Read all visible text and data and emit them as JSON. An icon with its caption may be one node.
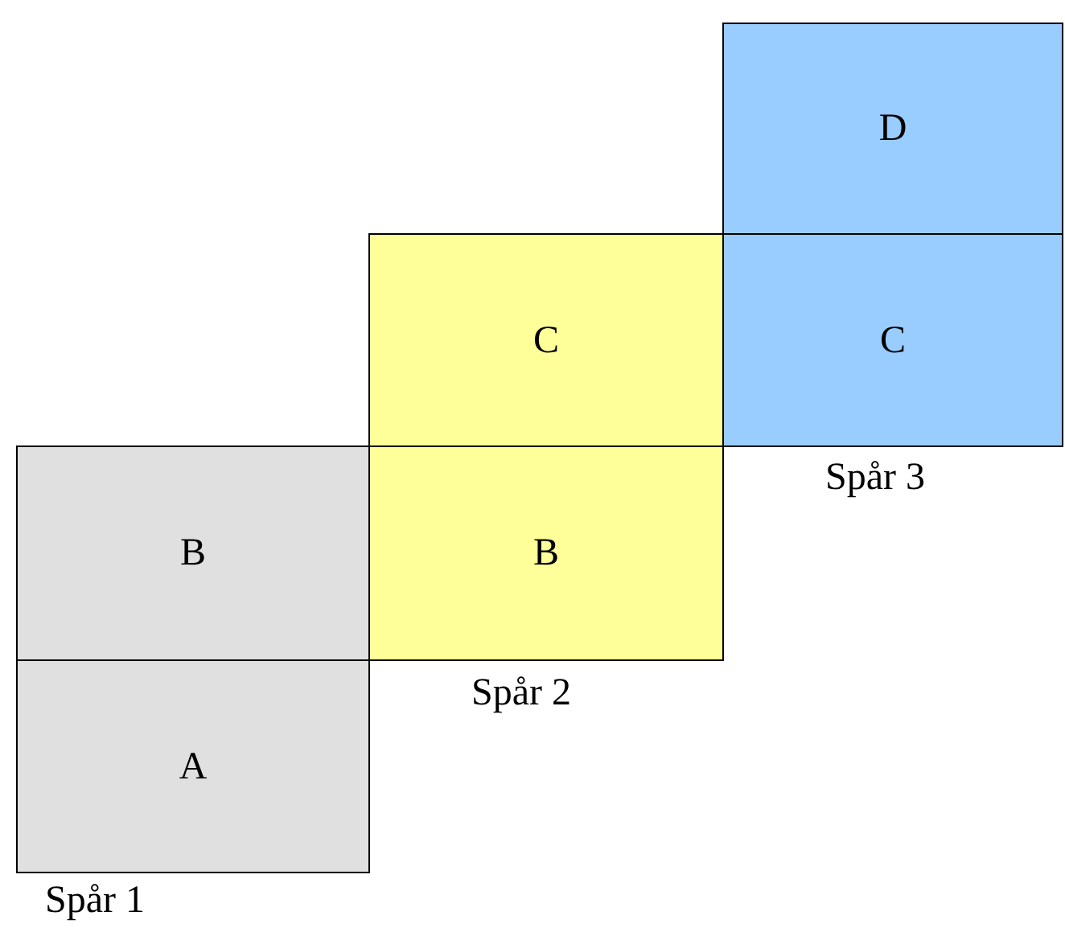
{
  "diagram": {
    "nodes": [
      {
        "text": [
          "D"
        ]
      },
      {
        "text": [
          "C"
        ]
      },
      {
        "text": [
          "C"
        ],
        "beside": [
          "Spår 3"
        ]
      },
      {
        "text": [
          "B"
        ]
      },
      {
        "text": [
          "B"
        ],
        "beside": [
          "Spår 2"
        ]
      },
      {
        "text": [
          "A"
        ],
        "beside": [
          "Spår 1"
        ]
      }
    ]
  }
}
